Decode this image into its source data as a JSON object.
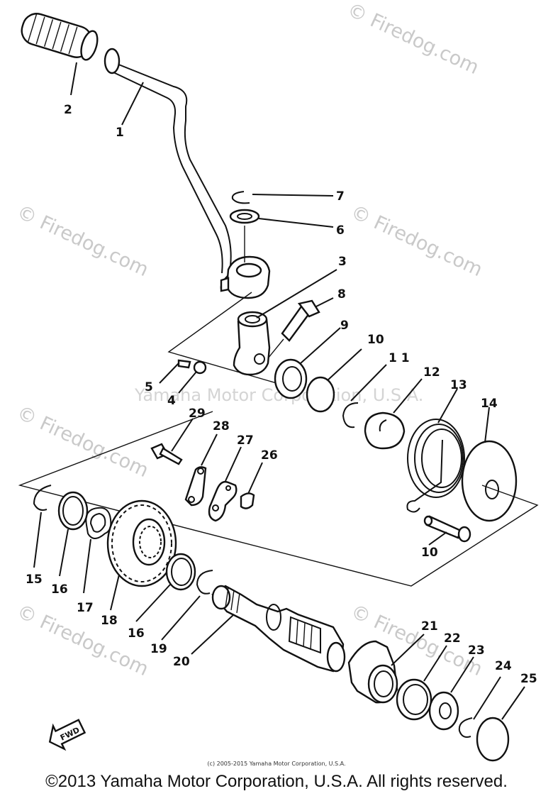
{
  "watermarks": {
    "repeat": "© Firedog.com",
    "center": "Yamaha Motor Corporation, U.S.A."
  },
  "callouts": [
    "1",
    "2",
    "3",
    "4",
    "5",
    "6",
    "7",
    "8",
    "9",
    "10",
    "1 1",
    "12",
    "13",
    "14",
    "15",
    "16",
    "17",
    "18",
    "16",
    "19",
    "20",
    "21",
    "22",
    "23",
    "24",
    "10",
    "25",
    "26",
    "27",
    "28",
    "29"
  ],
  "fwd_label": "FWD",
  "fine_print": "(c) 2005-2015 Yamaha Motor Corporation, U.S.A.",
  "copyright": "©2013 Yamaha Motor Corporation, U.S.A. All rights reserved."
}
